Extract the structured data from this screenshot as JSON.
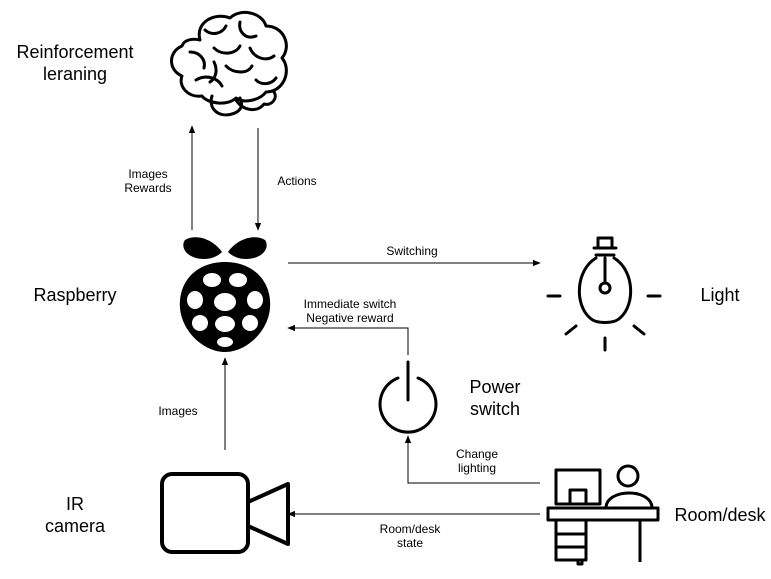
{
  "nodes": {
    "rl": [
      "Reinforcement",
      "leraning"
    ],
    "raspberry": "Raspberry",
    "light": "Light",
    "power": [
      "Power",
      "switch"
    ],
    "camera": [
      "IR",
      "camera"
    ],
    "room": "Room/desk"
  },
  "edges": {
    "images_rewards": [
      "Images",
      "Rewards"
    ],
    "actions": "Actions",
    "switching": "Switching",
    "immediate": [
      "Immediate switch",
      "Negative reward"
    ],
    "images": "Images",
    "change_lighting": [
      "Change",
      "lighting"
    ],
    "room_state": [
      "Room/desk",
      "state"
    ]
  },
  "icons": [
    "brain-icon",
    "raspberry-pi-icon",
    "light-bulb-icon",
    "power-icon",
    "video-camera-icon",
    "desk-with-person-icon"
  ]
}
